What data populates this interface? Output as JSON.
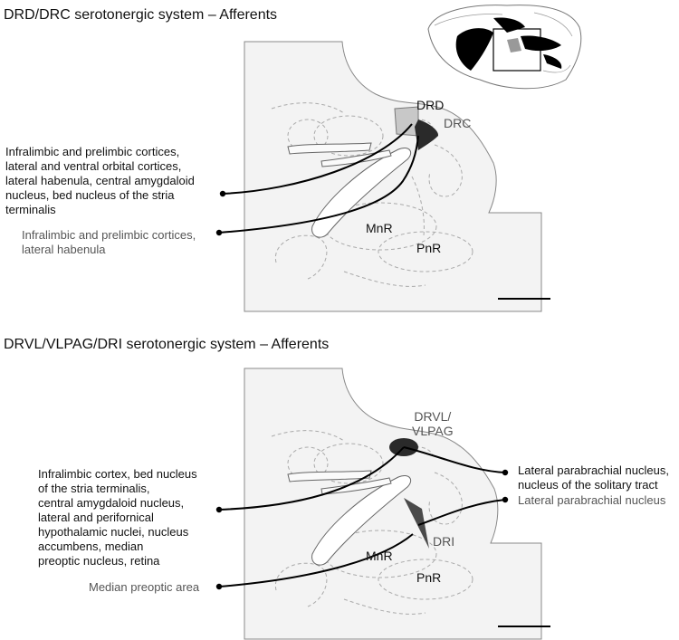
{
  "top": {
    "title": "DRD/DRC serotonergic system – Afferents",
    "region_drd": "DRD",
    "region_drc": "DRC",
    "region_mnr": "MnR",
    "region_pnr": "PnR",
    "afferent_1": "Infralimbic and prelimbic cortices,\nlateral and ventral orbital cortices,\nlateral habenula, central amygdaloid\nnucleus, bed nucleus of the stria\nterminalis",
    "afferent_2": "Infralimbic and prelimbic cortices,\nlateral habenula"
  },
  "bottom": {
    "title": "DRVL/VLPAG/DRI serotonergic system – Afferents",
    "region_drvl": "DRVL/\nVLPAG",
    "region_dri": "DRI",
    "region_mnr": "MnR",
    "region_pnr": "PnR",
    "afferent_left": "Infralimbic cortex, bed nucleus\nof the stria terminalis,\ncentral amygdaloid nucleus,\nlateral and perifornical\nhypothalamic nuclei, nucleus\naccumbens, median\npreoptic nucleus, retina",
    "afferent_median": "Median preoptic area",
    "afferent_right_1": "Lateral parabrachial nucleus,\nnucleus of the solitary tract",
    "afferent_right_2": "Lateral parabrachial nucleus"
  },
  "colors": {
    "section_fill": "#f3f3f3",
    "outline": "#888888",
    "dashed": "#aaaaaa",
    "drd_fill": "#c8c8c8",
    "drc_fill": "#2a2a2a",
    "drvl_fill": "#2a2a2a",
    "dri_fill": "#4a4a4a",
    "line": "#000000"
  }
}
